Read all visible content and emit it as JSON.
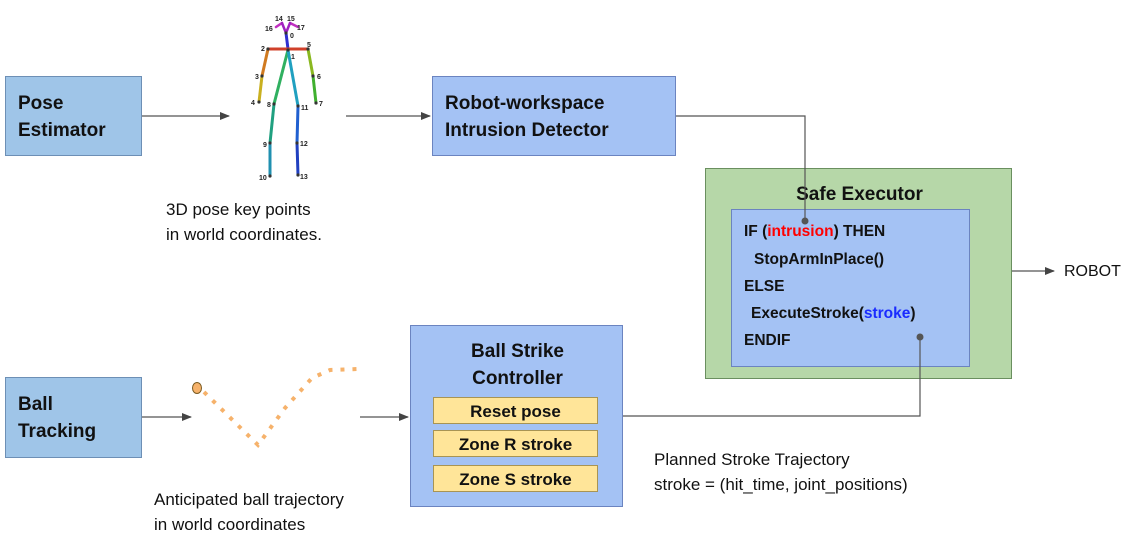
{
  "pose_estimator": {
    "line1": "Pose",
    "line2": "Estimator"
  },
  "intrusion_detector": {
    "line1": "Robot-workspace",
    "line2": "Intrusion Detector"
  },
  "pose_caption": {
    "line1": "3D pose key points",
    "line2": "in world coordinates."
  },
  "keypoint_labels": [
    "0",
    "1",
    "2",
    "3",
    "4",
    "5",
    "6",
    "7",
    "8",
    "9",
    "10",
    "11",
    "12",
    "13",
    "14",
    "15",
    "16",
    "17"
  ],
  "safe_executor": {
    "title": "Safe Executor",
    "code": {
      "if": "IF (",
      "intrusion": "intrusion",
      "then": ") THEN",
      "stop": "StopArmInPlace()",
      "else": "ELSE",
      "exec_pre": "ExecuteStroke(",
      "stroke": "stroke",
      "exec_post": ")",
      "endif": "ENDIF"
    }
  },
  "robot_label": "ROBOT",
  "ball_tracking": {
    "line1": "Ball",
    "line2": "Tracking"
  },
  "ball_caption": {
    "line1": "Anticipated ball trajectory",
    "line2": "in world coordinates"
  },
  "ball_strike_controller": {
    "title1": "Ball Strike",
    "title2": "Controller",
    "items": [
      "Reset pose",
      "Zone R stroke",
      "Zone S stroke"
    ]
  },
  "stroke_caption": {
    "line1": "Planned Stroke Trajectory",
    "line2": "stroke = (hit_time, joint_positions)"
  },
  "colors": {
    "box_blue": "#9fc5e8",
    "box_periwinkle": "#a4c2f4",
    "box_green": "#b6d7a8",
    "box_yellow": "#ffe599",
    "intrusion_red": "#ff0000",
    "stroke_blue": "#1a2bff",
    "ball_orange": "#f6b26b"
  }
}
